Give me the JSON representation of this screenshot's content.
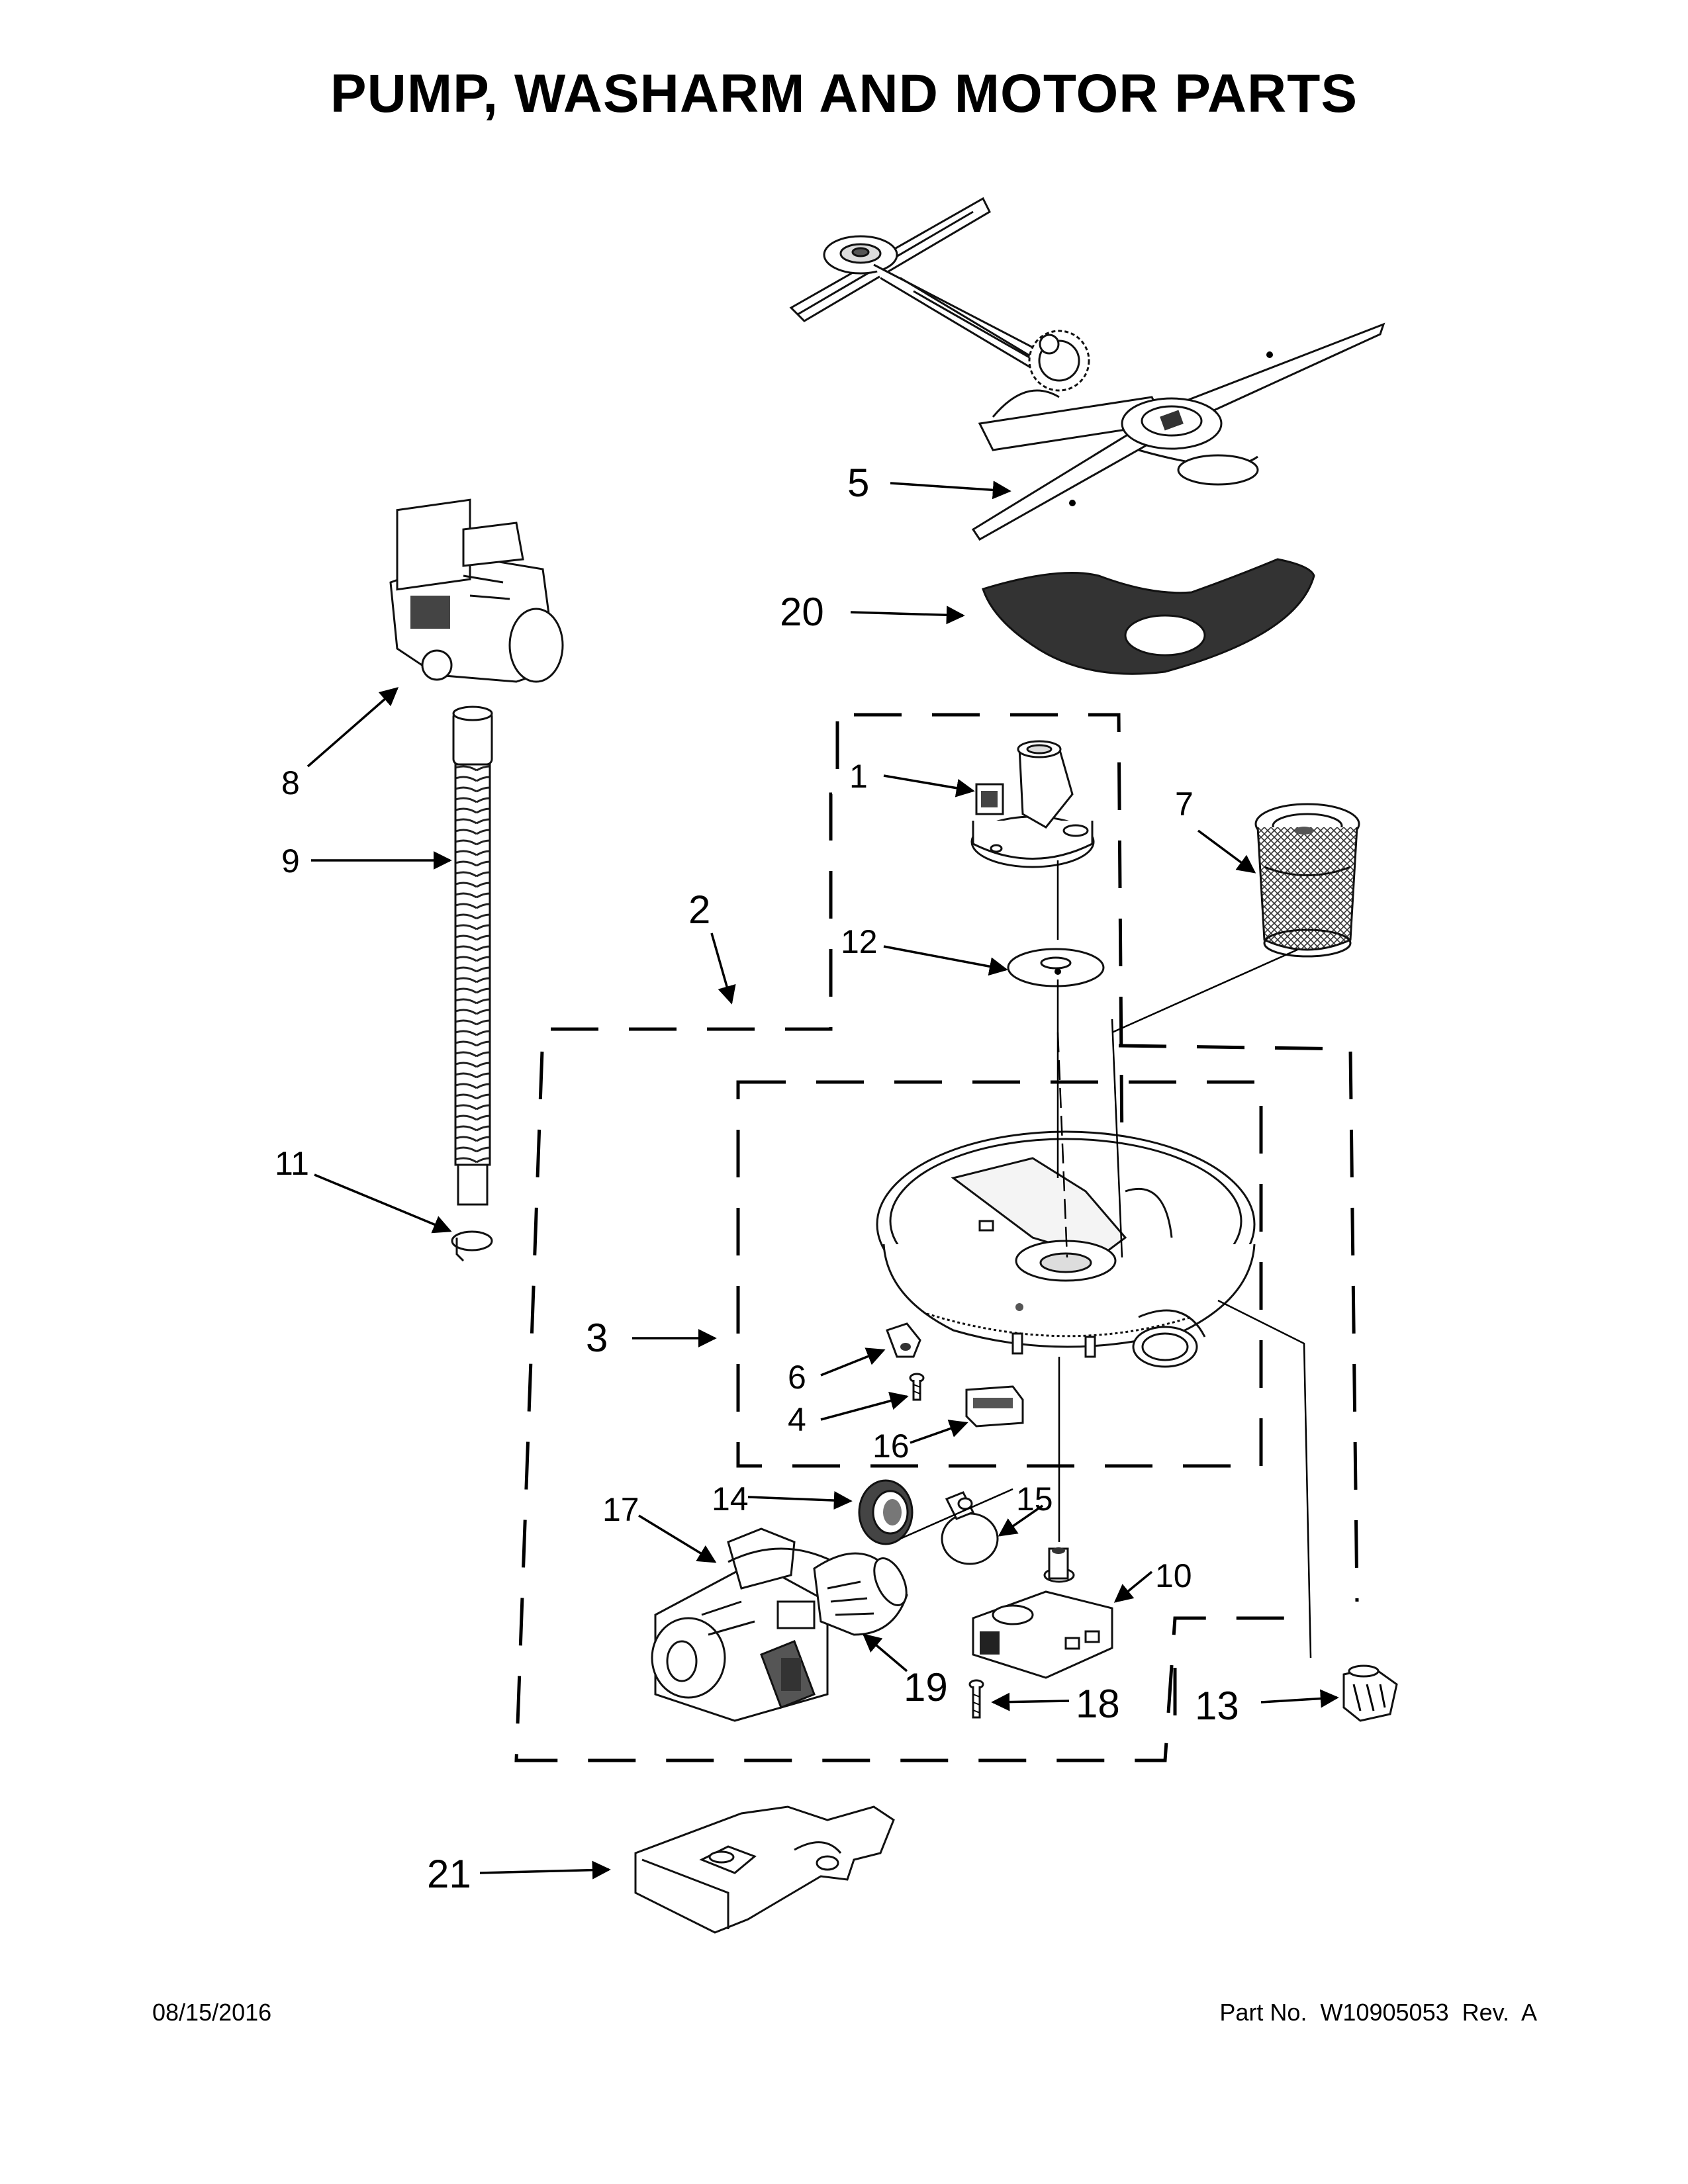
{
  "title": "PUMP, WASHARM AND MOTOR PARTS",
  "footer": {
    "date": "08/15/2016",
    "part_number": "Part No.  W10905053  Rev.  A"
  },
  "callouts": {
    "c1": "1",
    "c2": "2",
    "c3": "3",
    "c4": "4",
    "c5": "5",
    "c6": "6",
    "c7": "7",
    "c8": "8",
    "c9": "9",
    "c10": "10",
    "c11": "11",
    "c12": "12",
    "c13": "13",
    "c14": "14",
    "c15": "15",
    "c16": "16",
    "c17": "17",
    "c18": "18",
    "c19": "19",
    "c20": "20",
    "c21": "21"
  }
}
